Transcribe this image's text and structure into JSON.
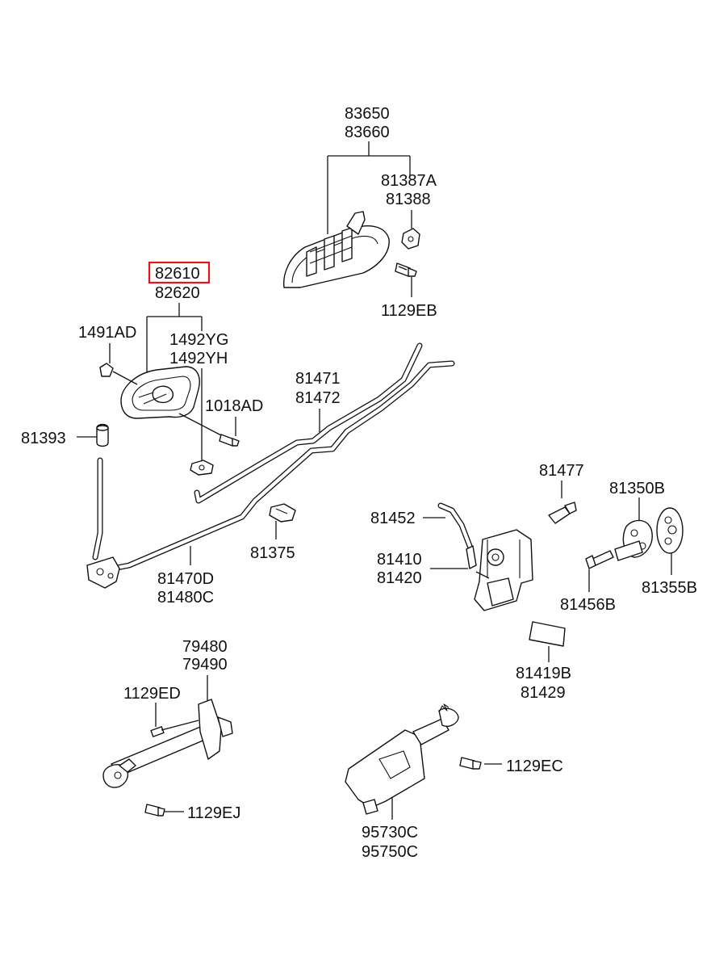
{
  "diagram": {
    "highlighted_part": "82610",
    "labels": [
      {
        "id": "83650",
        "text": "83650"
      },
      {
        "id": "83660",
        "text": "83660"
      },
      {
        "id": "81387A",
        "text": "81387A"
      },
      {
        "id": "81388",
        "text": "81388"
      },
      {
        "id": "1129EB",
        "text": "1129EB"
      },
      {
        "id": "82610",
        "text": "82610"
      },
      {
        "id": "82620",
        "text": "82620"
      },
      {
        "id": "1491AD",
        "text": "1491AD"
      },
      {
        "id": "1492YG",
        "text": "1492YG"
      },
      {
        "id": "1492YH",
        "text": "1492YH"
      },
      {
        "id": "1018AD",
        "text": "1018AD"
      },
      {
        "id": "81471",
        "text": "81471"
      },
      {
        "id": "81472",
        "text": "81472"
      },
      {
        "id": "81393",
        "text": "81393"
      },
      {
        "id": "81375",
        "text": "81375"
      },
      {
        "id": "81470D",
        "text": "81470D"
      },
      {
        "id": "81480C",
        "text": "81480C"
      },
      {
        "id": "81477",
        "text": "81477"
      },
      {
        "id": "81350B",
        "text": "81350B"
      },
      {
        "id": "81452",
        "text": "81452"
      },
      {
        "id": "81410",
        "text": "81410"
      },
      {
        "id": "81420",
        "text": "81420"
      },
      {
        "id": "81456B",
        "text": "81456B"
      },
      {
        "id": "81355B",
        "text": "81355B"
      },
      {
        "id": "81419B",
        "text": "81419B"
      },
      {
        "id": "81429",
        "text": "81429"
      },
      {
        "id": "79480",
        "text": "79480"
      },
      {
        "id": "79490",
        "text": "79490"
      },
      {
        "id": "1129ED",
        "text": "1129ED"
      },
      {
        "id": "1129EC",
        "text": "1129EC"
      },
      {
        "id": "1129EJ",
        "text": "1129EJ"
      },
      {
        "id": "95730C",
        "text": "95730C"
      },
      {
        "id": "95750C",
        "text": "95750C"
      }
    ]
  }
}
